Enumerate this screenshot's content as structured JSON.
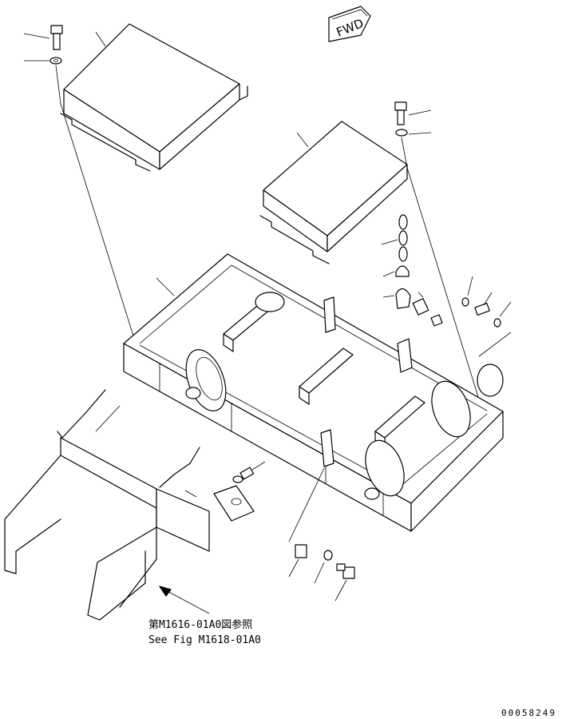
{
  "direction_marker": {
    "label": "FWD"
  },
  "reference_note": {
    "line_jp": "第M1616-01A0図参照",
    "line_en": "See Fig M1618-01A0"
  },
  "drawing_code": "00058249"
}
